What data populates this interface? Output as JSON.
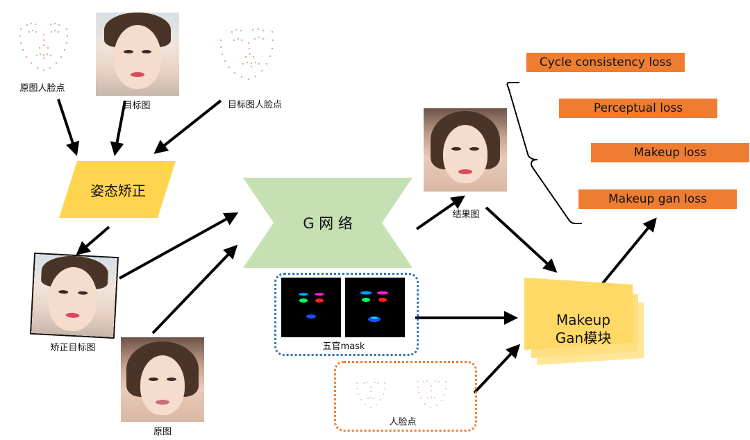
{
  "labels": {
    "src_landmarks": "原图人脸点",
    "target_image": "目标图",
    "target_landmarks": "目标图人脸点",
    "pose_correction": "姿态矫正",
    "corrected_target": "矫正目标图",
    "original": "原图",
    "g_network": "G 网 络",
    "result": "结果图",
    "mask": "五官mask",
    "face_points": "人脸点",
    "makeup_gan_line1": "Makeup",
    "makeup_gan_line2": "Gan模块"
  },
  "losses": [
    "Cycle consistency loss",
    "Perceptual loss",
    "Makeup loss",
    "Makeup gan loss"
  ],
  "colors": {
    "loss_box": "#ee7d31",
    "pose_box": "#ffd54f",
    "g_network": "#c5e0b3",
    "gan_module": "#ffd966",
    "mask_border": "#2e75b6",
    "points_border": "#ed7d31"
  }
}
